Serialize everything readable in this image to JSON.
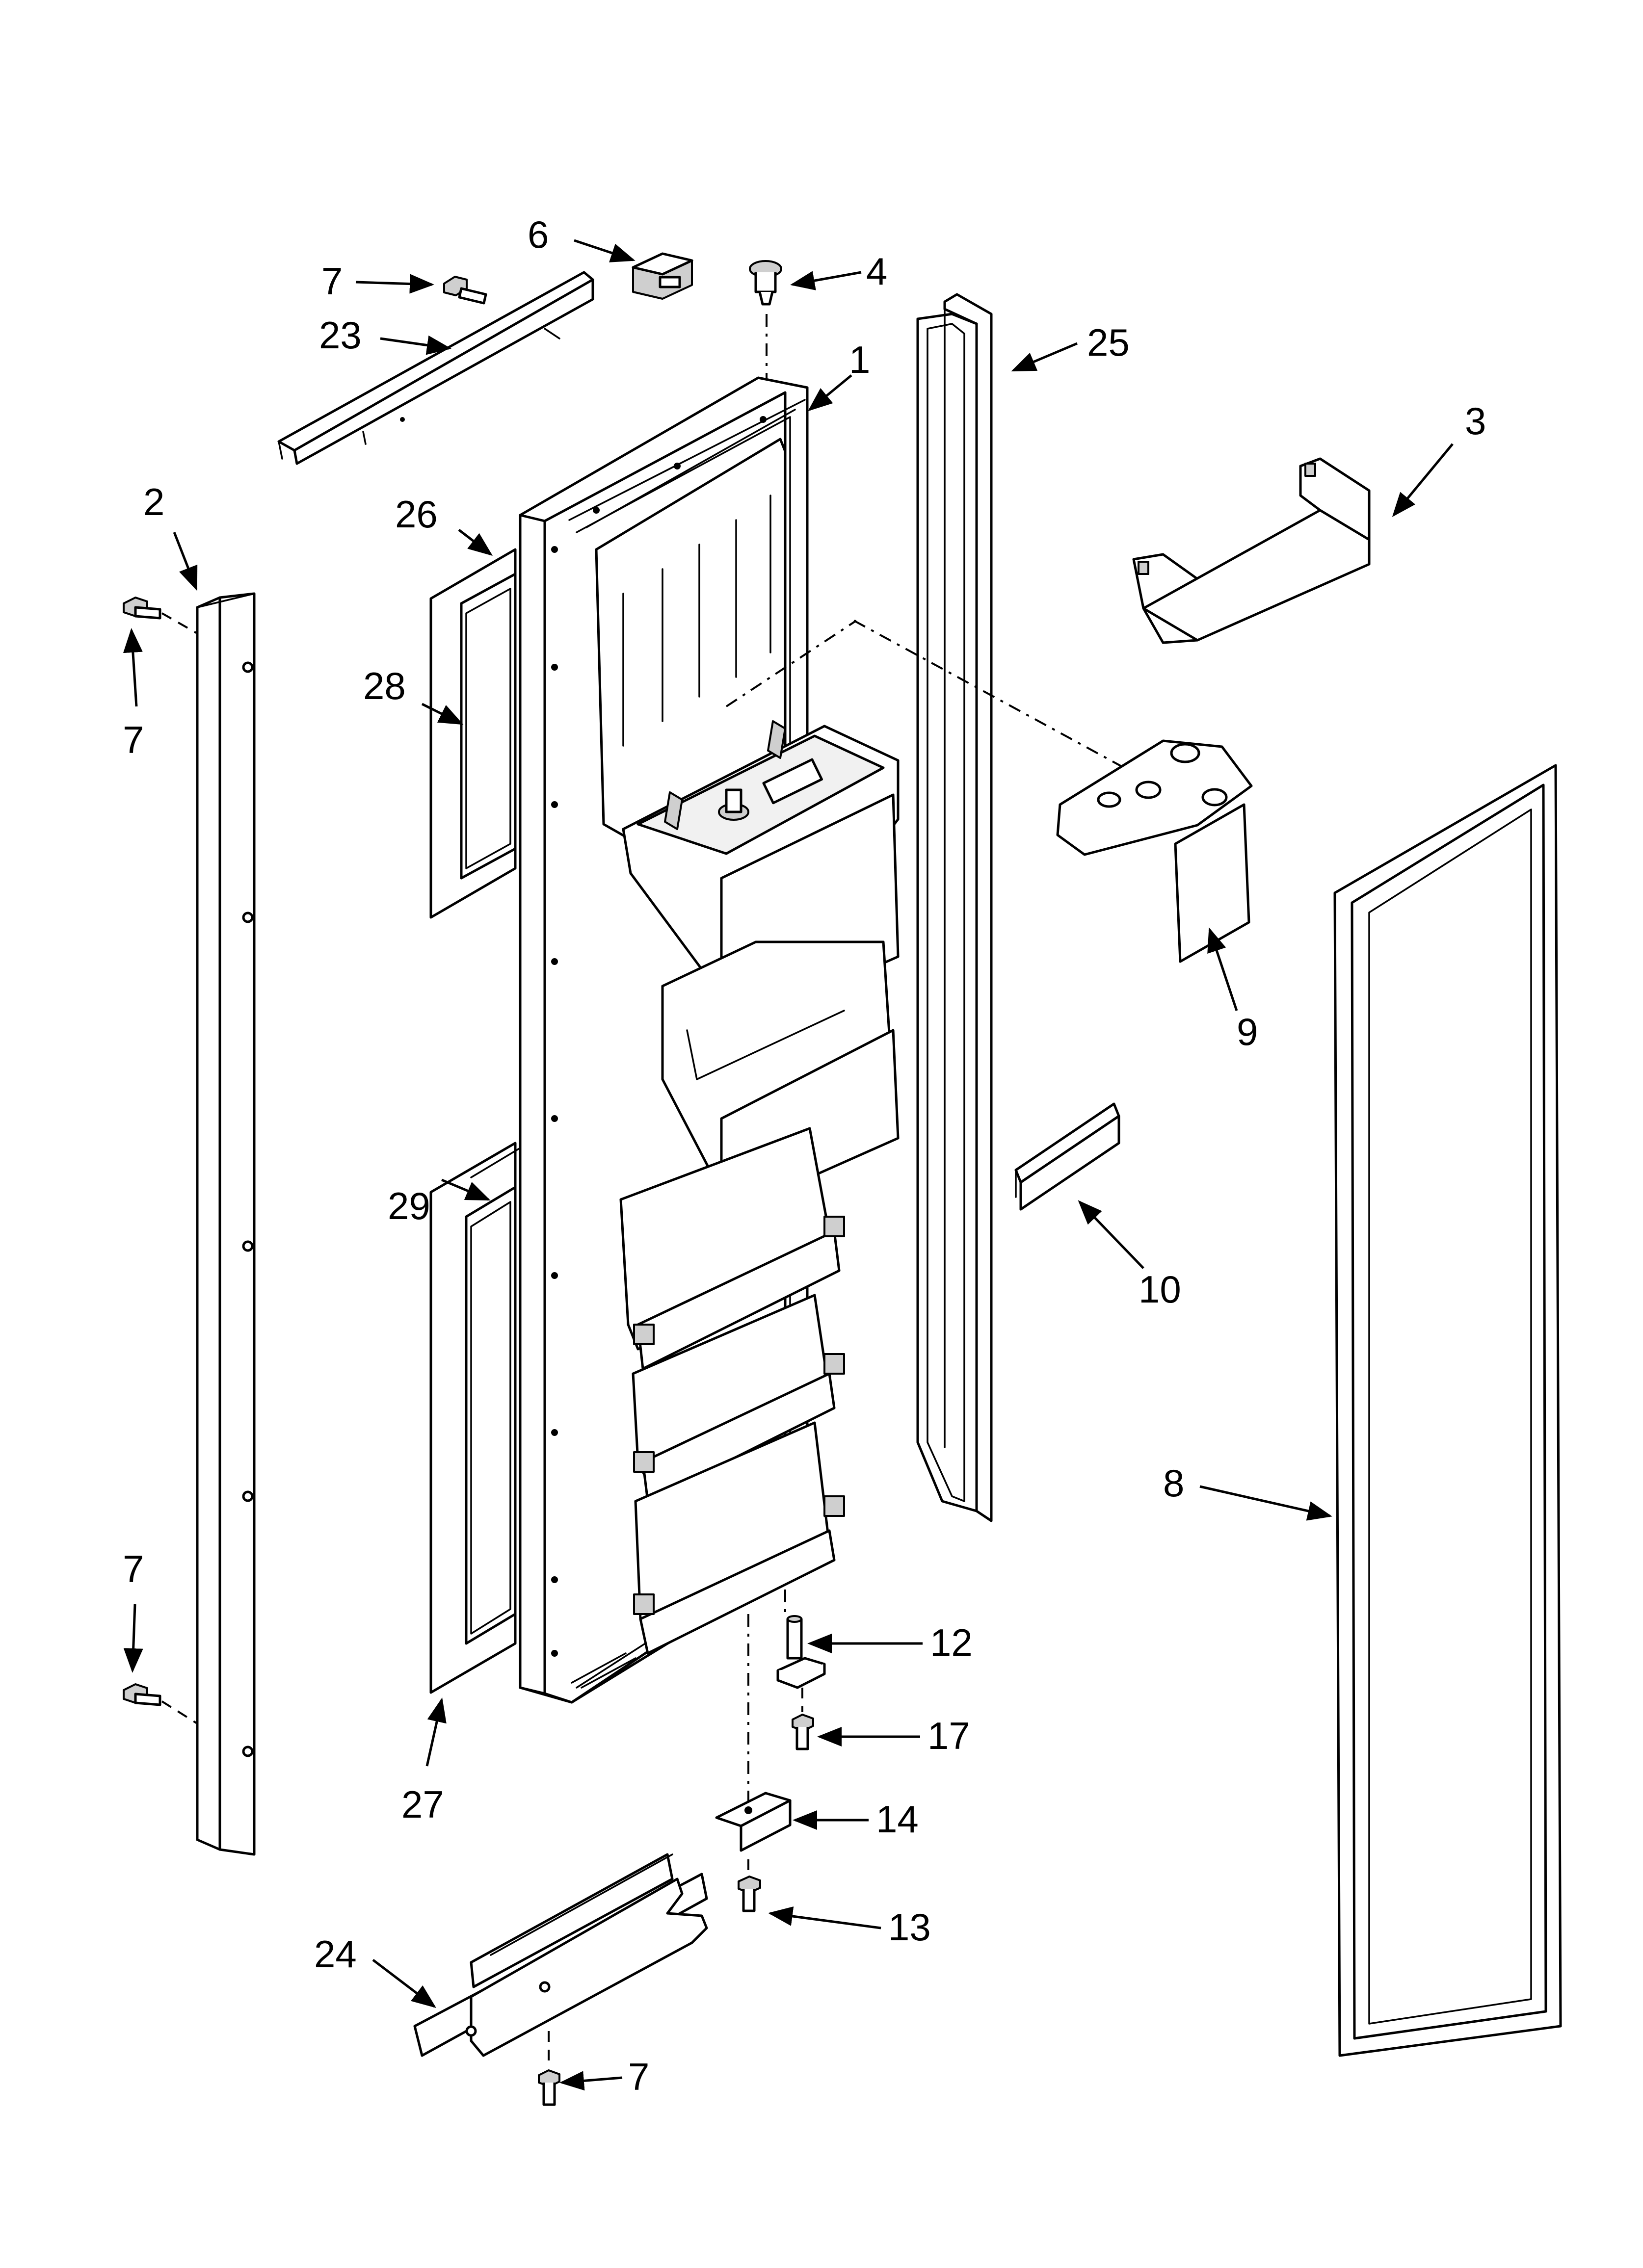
{
  "diagram": {
    "callouts": [
      {
        "id": "c1",
        "label": "1"
      },
      {
        "id": "c2",
        "label": "2"
      },
      {
        "id": "c3",
        "label": "3"
      },
      {
        "id": "c4",
        "label": "4"
      },
      {
        "id": "c6",
        "label": "6"
      },
      {
        "id": "c7a",
        "label": "7"
      },
      {
        "id": "c7b",
        "label": "7"
      },
      {
        "id": "c7c",
        "label": "7"
      },
      {
        "id": "c7d",
        "label": "7"
      },
      {
        "id": "c8",
        "label": "8"
      },
      {
        "id": "c9",
        "label": "9"
      },
      {
        "id": "c10",
        "label": "10"
      },
      {
        "id": "c12",
        "label": "12"
      },
      {
        "id": "c13",
        "label": "13"
      },
      {
        "id": "c14",
        "label": "14"
      },
      {
        "id": "c17",
        "label": "17"
      },
      {
        "id": "c23",
        "label": "23"
      },
      {
        "id": "c24",
        "label": "24"
      },
      {
        "id": "c25",
        "label": "25"
      },
      {
        "id": "c26",
        "label": "26"
      },
      {
        "id": "c27",
        "label": "27"
      },
      {
        "id": "c28",
        "label": "28"
      },
      {
        "id": "c29",
        "label": "29"
      }
    ]
  }
}
